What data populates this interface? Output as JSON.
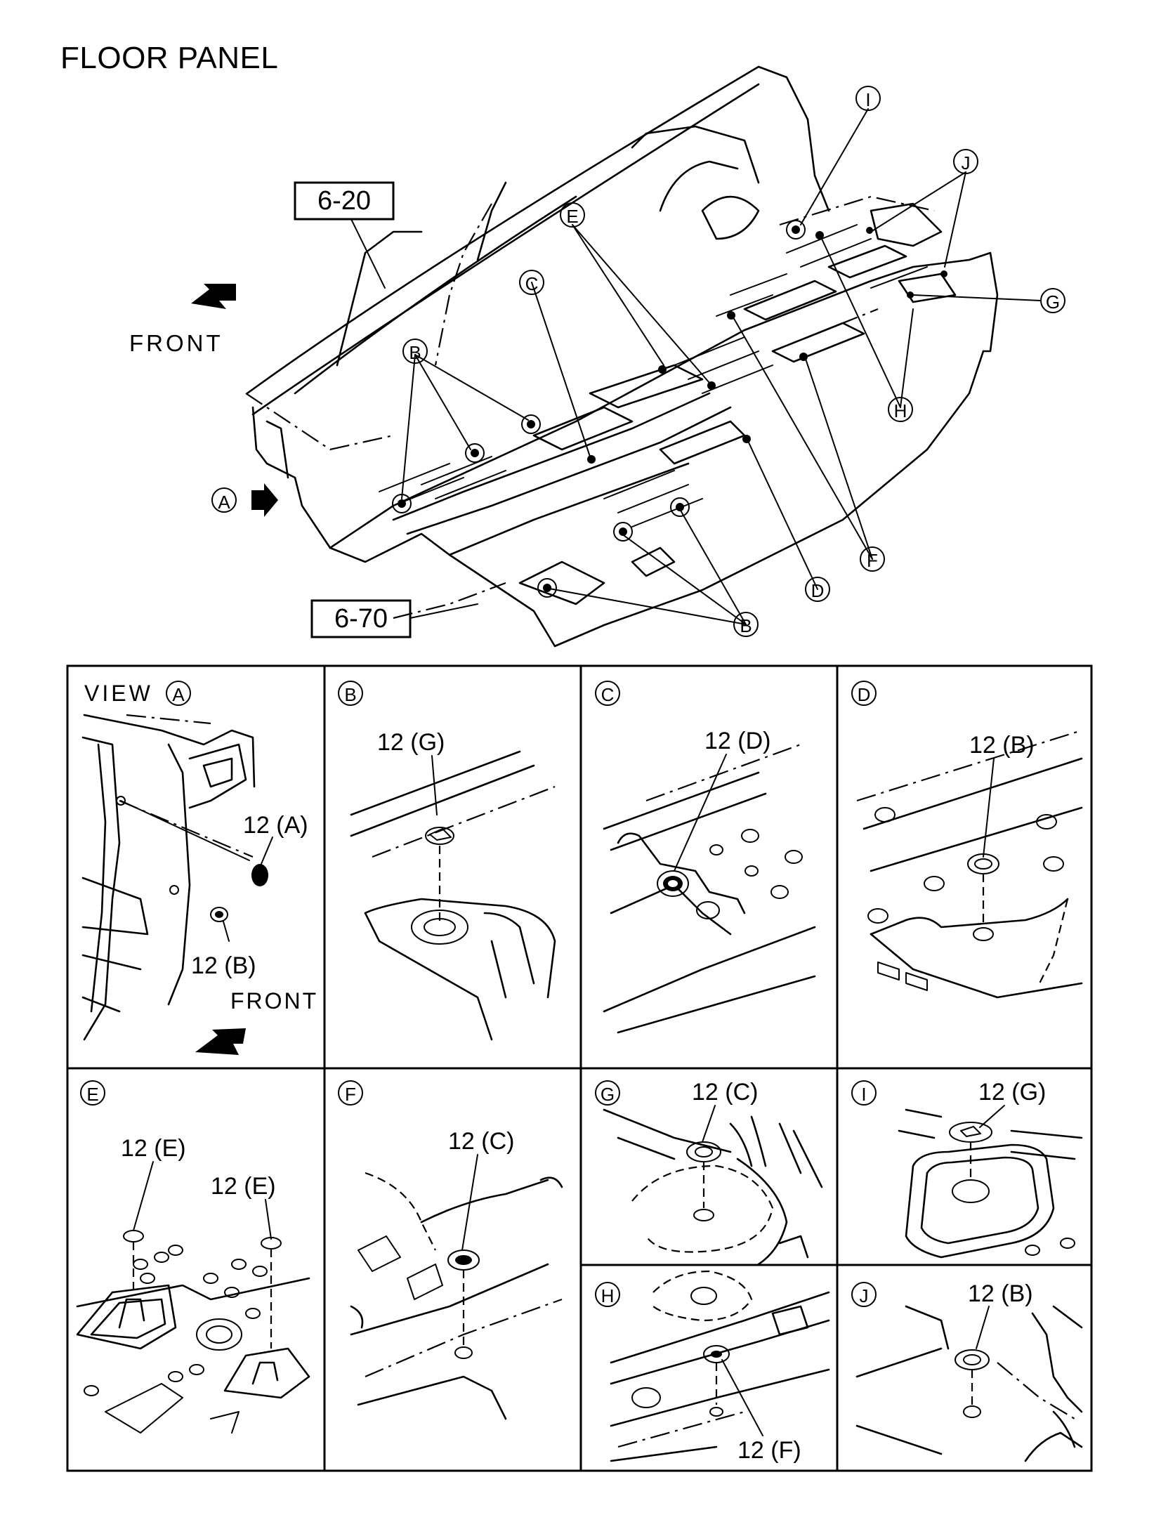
{
  "title": "FLOOR PANEL",
  "overview": {
    "refs": [
      "6-20",
      "6-70"
    ],
    "front_label": "FRONT",
    "view_marker": "A",
    "callouts": {
      "I": "I",
      "J": "J",
      "E": "E",
      "C": "C",
      "G": "G",
      "B_top": "B",
      "H": "H",
      "F": "F",
      "D": "D",
      "B_bottom": "B"
    }
  },
  "panels": {
    "view_a": {
      "label": "VIEW",
      "marker": "A",
      "parts": [
        "12 (A)",
        "12 (B)"
      ],
      "front_label": "FRONT"
    },
    "b": {
      "marker": "B",
      "part": "12 (G)"
    },
    "c": {
      "marker": "C",
      "part": "12 (D)"
    },
    "d": {
      "marker": "D",
      "part": "12 (B)"
    },
    "e": {
      "marker": "E",
      "parts": [
        "12 (E)",
        "12 (E)"
      ]
    },
    "f": {
      "marker": "F",
      "part": "12 (C)"
    },
    "g": {
      "marker": "G",
      "part": "12 (C)"
    },
    "i": {
      "marker": "I",
      "part": "12 (G)"
    },
    "h": {
      "marker": "H",
      "part": "12 (F)"
    },
    "j": {
      "marker": "J",
      "part": "12 (B)"
    }
  }
}
